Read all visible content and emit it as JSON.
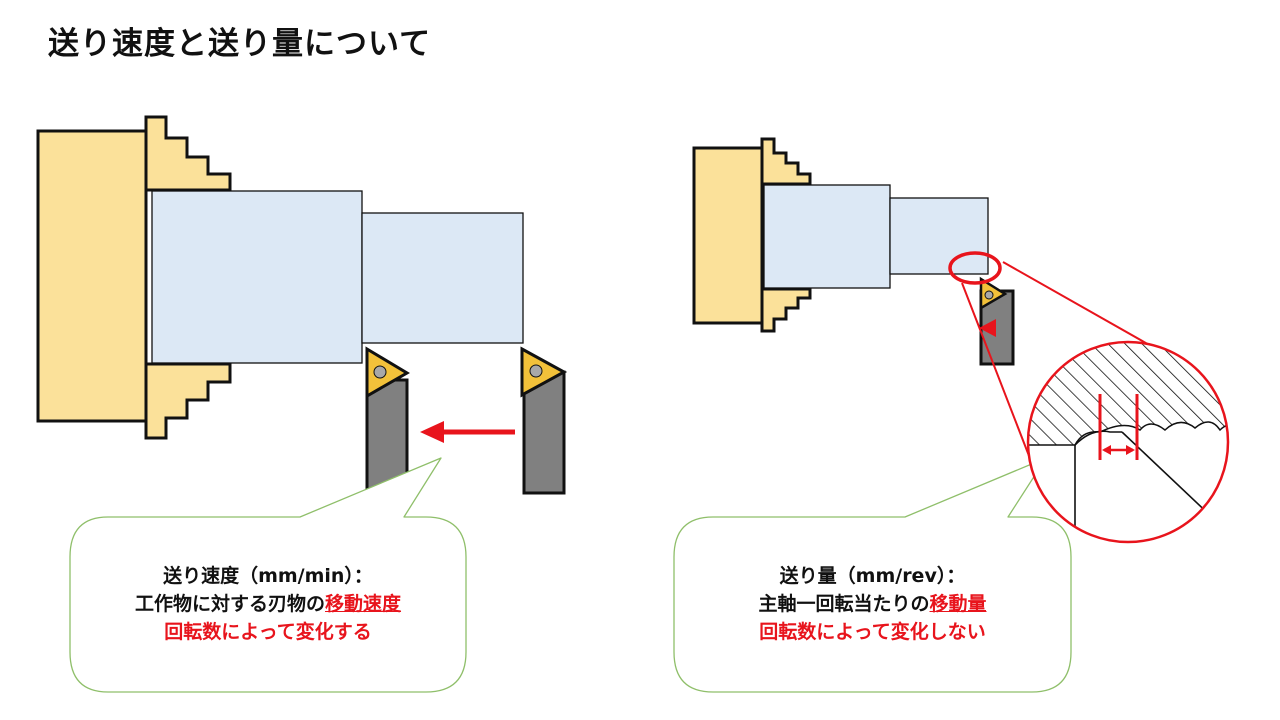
{
  "page_title": "送り速度と送り量について",
  "colors": {
    "chuck_fill": "#fbe19a",
    "workpiece_fill": "#dce8f5",
    "tool_holder": "#808080",
    "insert_fill": "#f2c13a",
    "arrow_red": "#e8141c",
    "callout_border": "#8fbf6a"
  },
  "callouts": {
    "feed_rate": {
      "heading": "送り速度（mm/min）：",
      "line2_prefix": "工作物に対する刃物の",
      "line2_highlight": "移動速度",
      "line3": "回転数によって変化する"
    },
    "feed_per_rev": {
      "heading": "送り量（mm/rev）：",
      "line2_prefix": "主軸一回転当たりの",
      "line2_highlight": "移動量",
      "line3": "回転数によって変化しない"
    }
  }
}
